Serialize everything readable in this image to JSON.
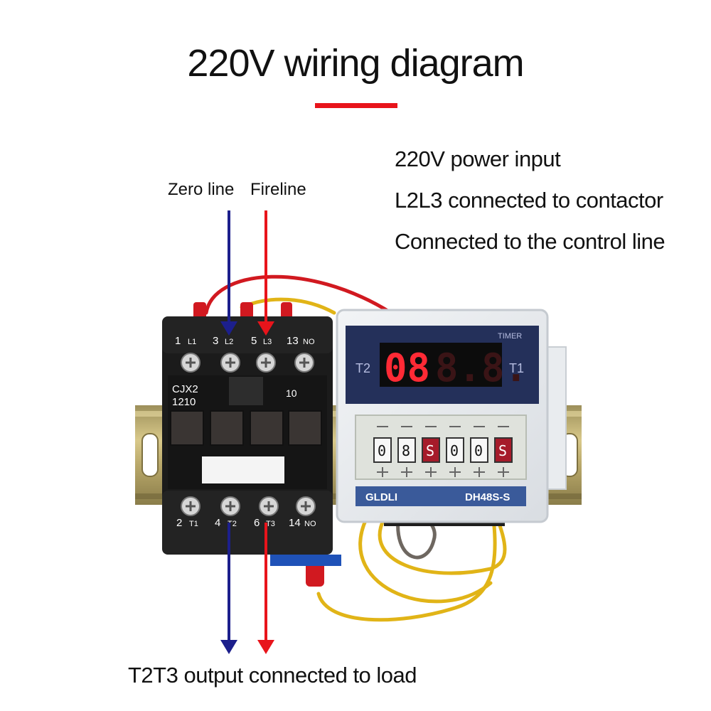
{
  "title": "220V wiring diagram",
  "notes": [
    "220V power input",
    "L2L3 connected to contactor",
    "Connected to the control line"
  ],
  "wire_labels": {
    "zero": "Zero line",
    "fire": "Fireline"
  },
  "bottom_label": "T2T3 output connected to load",
  "colors": {
    "zero_line": "#1c1f8c",
    "fire_line": "#e8141b",
    "title_rule": "#e8141b"
  },
  "contactor": {
    "model_line1": "CJX2",
    "model_line2": "1210",
    "aux_label": "10",
    "top_terminals": [
      {
        "num": "1",
        "name": "L1"
      },
      {
        "num": "3",
        "name": "L2"
      },
      {
        "num": "5",
        "name": "L3"
      },
      {
        "num": "13",
        "name": "NO"
      }
    ],
    "bottom_terminals": [
      {
        "num": "2",
        "name": "T1"
      },
      {
        "num": "4",
        "name": "T2"
      },
      {
        "num": "6",
        "name": "T3"
      },
      {
        "num": "14",
        "name": "NO"
      }
    ]
  },
  "timer": {
    "header": "TIMER",
    "left_label": "T2",
    "right_label": "T1",
    "display_active": "08",
    "display_idle": "8.8.",
    "dials": [
      "0",
      "8",
      "S",
      "0",
      "0",
      "S"
    ],
    "brand": "GLDLI",
    "model": "DH48S-S"
  }
}
